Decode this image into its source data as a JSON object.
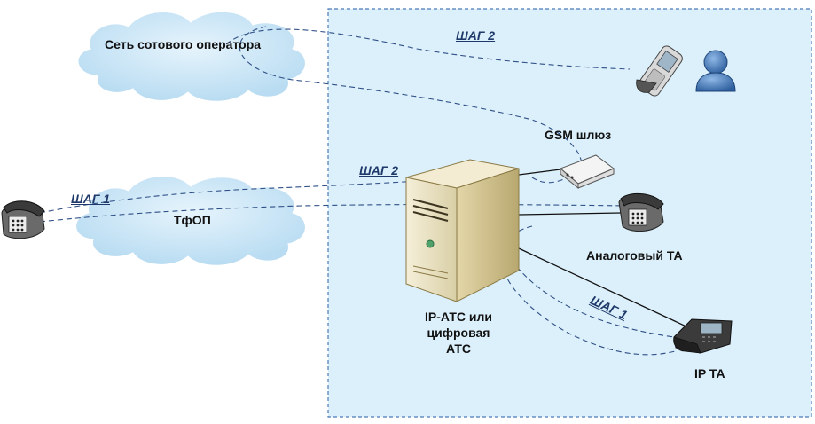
{
  "clouds": {
    "cellular_label": "Сеть сотового оператора",
    "pstn_label": "ТфОП"
  },
  "devices": {
    "gsm_gateway_label": "GSM шлюз",
    "analog_phone_label": "Аналоговый ТА",
    "ip_phone_label": "IP ТА",
    "pbx_label_line1": "IP-АТС или",
    "pbx_label_line2": "цифровая",
    "pbx_label_line3": "АТС"
  },
  "steps": {
    "step1_label": "ШАГ 1",
    "step2_label": "ШАГ 2"
  },
  "colors": {
    "zone_fill": "#dcf0fb",
    "zone_border": "#4a7ab8",
    "cloud_fill": "#cbe6f7",
    "route_line": "#2f4f86",
    "step_text": "#1f3a6a",
    "server_body": "#efe7c9"
  }
}
